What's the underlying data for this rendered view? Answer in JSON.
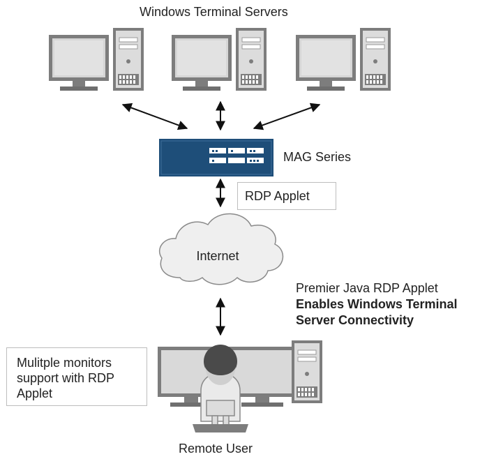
{
  "diagram": {
    "servers_title": "Windows Terminal Servers",
    "appliance_label": "MAG Series",
    "applet_label": "RDP Applet",
    "cloud_label": "Internet",
    "description": {
      "line1": "Premier Java RDP Applet",
      "line2": "Enables Windows Terminal",
      "line3": "Server Connectivity"
    },
    "note": {
      "line1": "Mulitple monitors",
      "line2": "support with RDP",
      "line3": "Applet"
    },
    "user_label": "Remote User"
  },
  "colors": {
    "appliance": "#1e4e79",
    "monitor_frame": "#8a8a8a",
    "monitor_screen": "#d4d4d4",
    "cloud_fill": "#efefef",
    "arrow": "#111111"
  },
  "icons": [
    "desktop-computer-icon",
    "network-appliance-icon",
    "cloud-icon",
    "user-icon"
  ]
}
